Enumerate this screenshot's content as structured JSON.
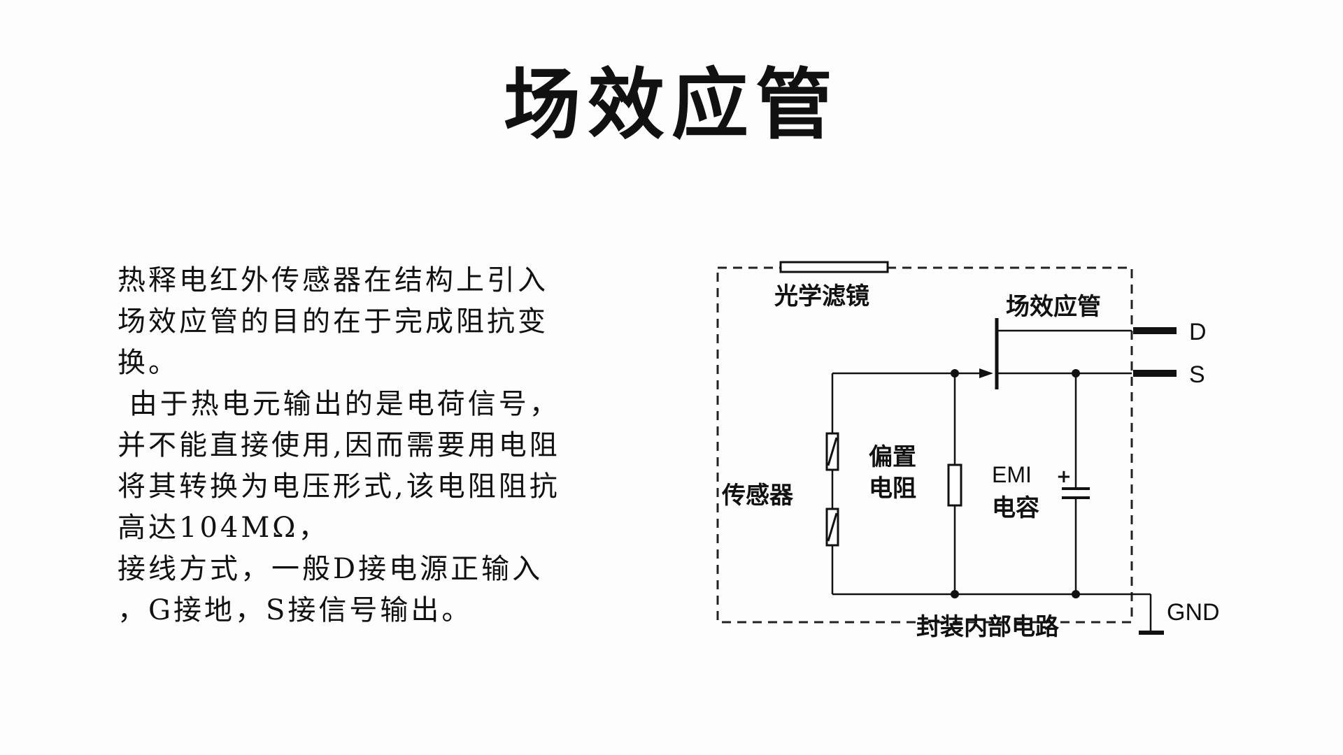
{
  "title": "场效应管",
  "body_lines": [
    "热释电红外传感器在结构上引入",
    "场效应管的目的在于完成阻抗变",
    "换。",
    " 由于热电元输出的是电荷信号，",
    "并不能直接使用,因而需要用电阻",
    "将其转换为电压形式,该电阻阻抗",
    "高达104MΩ，",
    "接线方式，一般D接电源正输入",
    "，G接地，S接信号输出。"
  ],
  "diagram": {
    "optical_filter": "光学滤镜",
    "fet": "场效应管",
    "sensor": "传感器",
    "bias_resistor_line1": "偏置",
    "bias_resistor_line2": "电阻",
    "emi_line1": "EMI",
    "emi_line2": "电容",
    "capacitor_polarity": "+",
    "pin_d": "D",
    "pin_s": "S",
    "pin_gnd": "GND",
    "package": "封装内部电路"
  }
}
